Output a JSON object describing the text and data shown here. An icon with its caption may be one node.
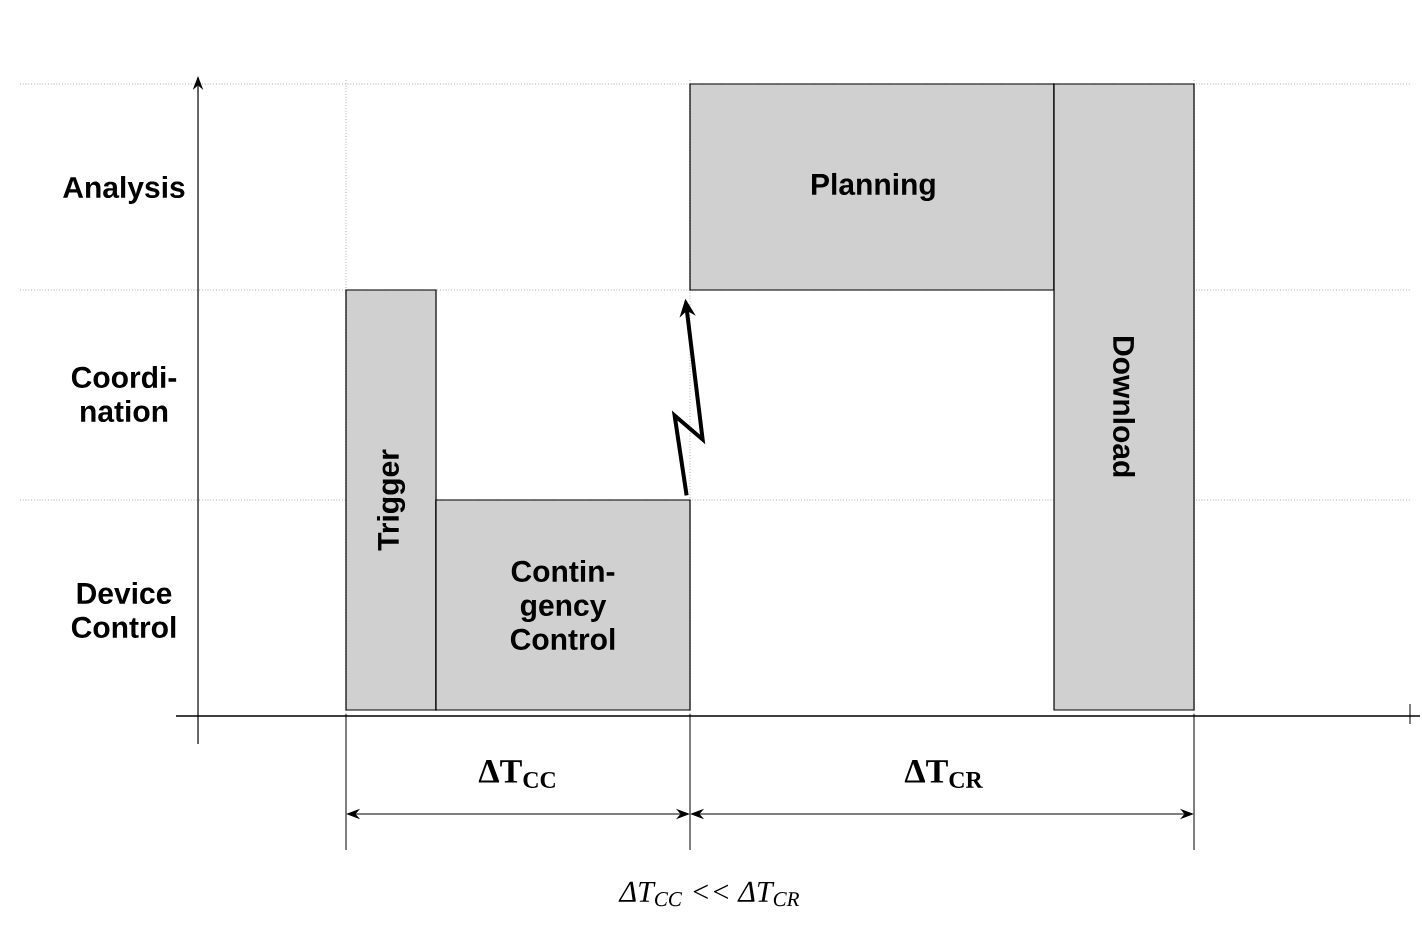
{
  "diagram": {
    "caption": "ΔT$_{CC}$ << ΔT$_{CR}$",
    "nodes": [
      {
        "text": [
          "Trigger"
        ]
      },
      {
        "text": [
          "Contin- gency Control"
        ]
      },
      {
        "text": [
          "Planning"
        ]
      },
      {
        "text": [
          "Download"
        ]
      }
    ],
    "edges": [
      {
        "from": 1,
        "to": 2,
        "arrow": "to"
      }
    ],
    "labels": [
      "Analysis",
      "Coordi- nation",
      "Device Control",
      "ΔT$_{CC}$",
      "ΔT$_{CR}$"
    ]
  }
}
